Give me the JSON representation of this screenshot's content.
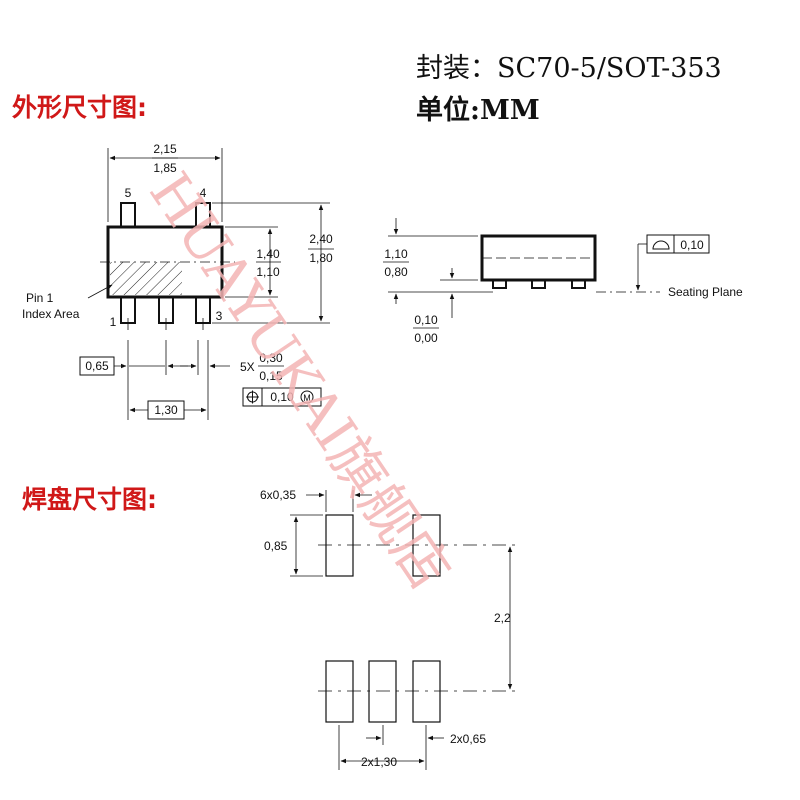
{
  "header": {
    "package_line": "封装：SC70-5/SOT-353",
    "unit_line": "单位:MM"
  },
  "sections": {
    "outline_title": "外形尺寸图:",
    "pad_title": "焊盘尺寸图:"
  },
  "watermark": "HUAYUKAI旗舰店",
  "colors": {
    "title_red": "#d01818",
    "watermark": "#f3b4b4",
    "line": "#111111"
  },
  "outline_top": {
    "width_max": "2,15",
    "width_min": "1,85",
    "pin_5": "5",
    "pin_4": "4",
    "pin_1": "1",
    "pin_3": "3",
    "body_h_max": "1,40",
    "body_h_min": "1,10",
    "total_h_max": "2,40",
    "total_h_min": "1,80",
    "pin1_label": "Pin 1",
    "pin1_label2": "Index Area",
    "pitch": "0,65",
    "lead_w_prefix": "5X",
    "lead_w_max": "0,30",
    "lead_w_min": "0,15",
    "span": "1,30",
    "position_tol": "0,10",
    "position_modifier": "M"
  },
  "outline_side": {
    "height_max": "1,10",
    "height_min": "0,80",
    "standoff_max": "0,10",
    "standoff_min": "0,00",
    "coplanarity": "0,10",
    "seating_plane": "Seating Plane"
  },
  "pads": {
    "pad_w": "6x0,35",
    "pad_h": "0,85",
    "row_gap": "2,2",
    "pitch": "2x0,65",
    "span": "2x1,30"
  }
}
